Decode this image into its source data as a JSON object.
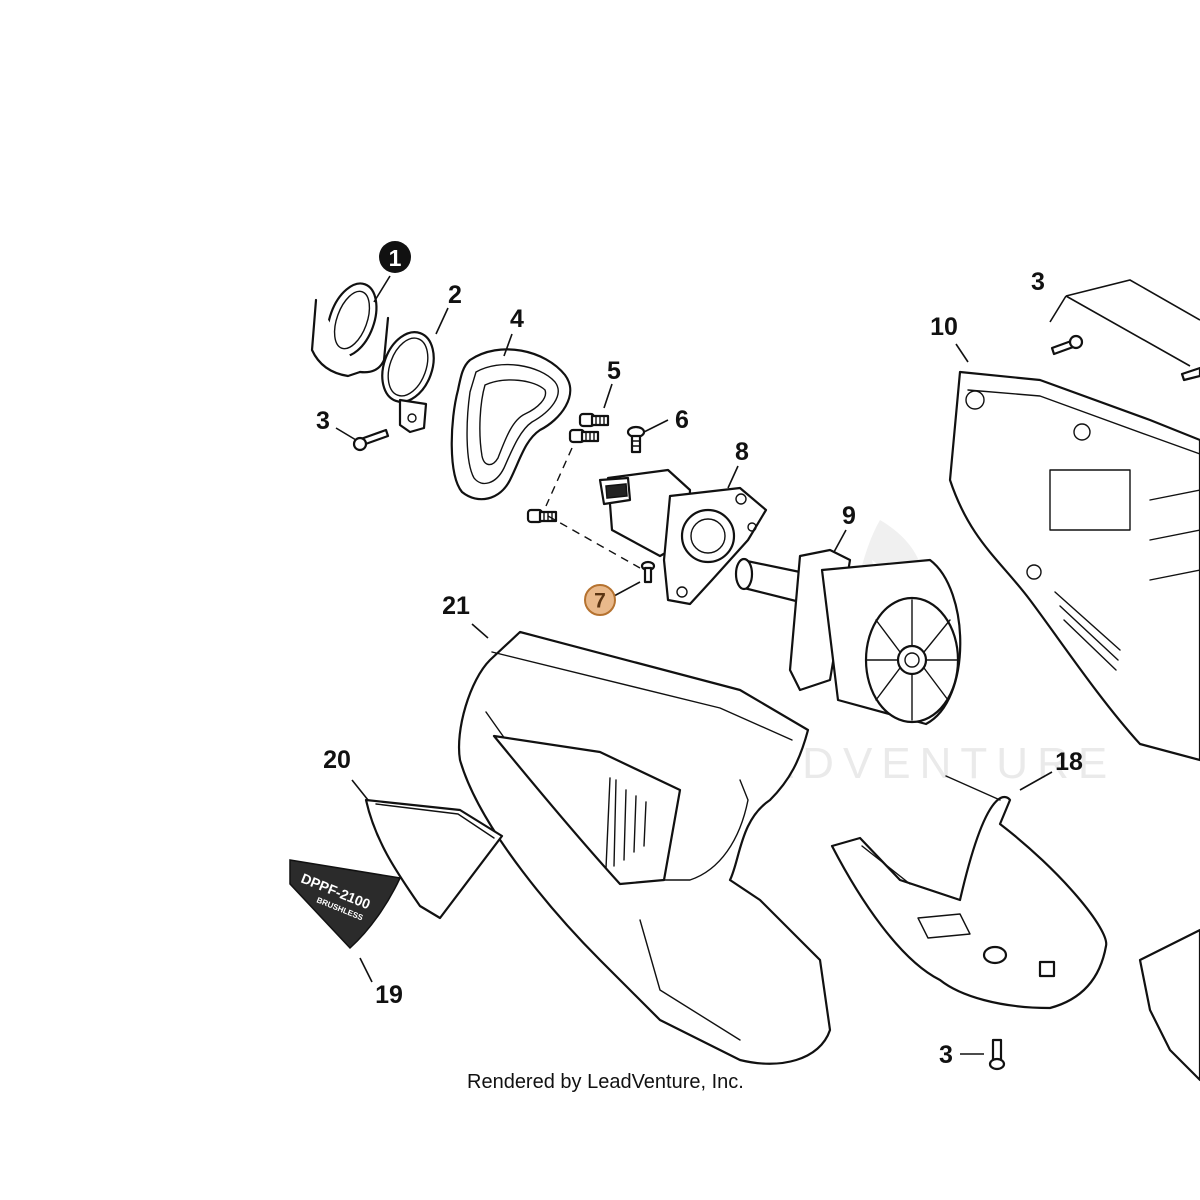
{
  "diagram": {
    "watermark": "LEADVENTURE",
    "credit": "Rendered by LeadVenture, Inc.",
    "highlighted_callout": "7",
    "colors": {
      "line": "#111111",
      "highlight_fill": "#e9b98b",
      "highlight_stroke": "#b5722f",
      "decal": "#2b2b2b"
    },
    "decal": {
      "model": "DPPF-2100",
      "subtitle": "BRUSHLESS"
    },
    "callouts": [
      {
        "id": "1",
        "label": "1",
        "style": "inverted"
      },
      {
        "id": "2",
        "label": "2"
      },
      {
        "id": "3a",
        "label": "3"
      },
      {
        "id": "3b",
        "label": "3"
      },
      {
        "id": "3c",
        "label": "3"
      },
      {
        "id": "4",
        "label": "4"
      },
      {
        "id": "5",
        "label": "5"
      },
      {
        "id": "6",
        "label": "6"
      },
      {
        "id": "7",
        "label": "7",
        "style": "highlighted"
      },
      {
        "id": "8",
        "label": "8"
      },
      {
        "id": "9",
        "label": "9"
      },
      {
        "id": "10",
        "label": "10"
      },
      {
        "id": "18",
        "label": "18"
      },
      {
        "id": "19",
        "label": "19"
      },
      {
        "id": "20",
        "label": "20"
      },
      {
        "id": "21",
        "label": "21"
      }
    ]
  }
}
